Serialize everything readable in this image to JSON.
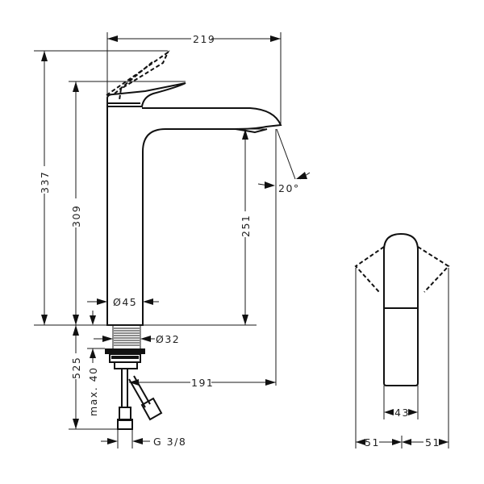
{
  "drawing": {
    "title": "Basin mixer technical drawing",
    "colors": {
      "line": "#111111",
      "background": "#ffffff"
    },
    "dimensions": {
      "width_top": "219",
      "height_total": "337",
      "height_handle": "309",
      "spout_height": "251",
      "spout_angle": "20°",
      "body_diameter": "Ø45",
      "thread_diameter": "Ø32",
      "below_counter": "525",
      "max_thickness": "max. 40",
      "spout_reach": "191",
      "connection": "G 3/8",
      "side_width": "43",
      "swing_left": "51",
      "swing_right": "51"
    },
    "views": [
      "side-view",
      "front-view"
    ]
  }
}
